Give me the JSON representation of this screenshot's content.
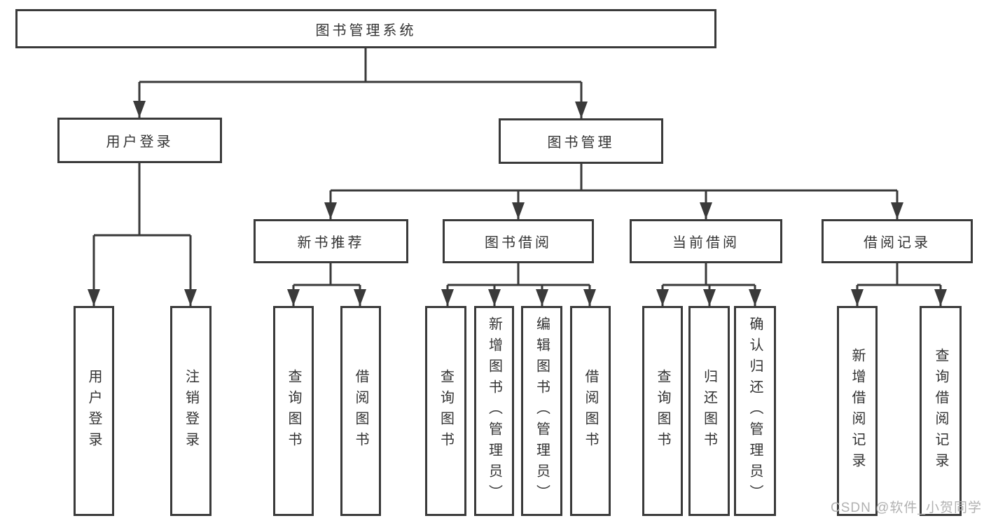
{
  "diagram": {
    "root": {
      "label": "图书管理系统"
    },
    "branches": [
      {
        "label": "用户登录",
        "children": [
          {
            "label": "用户登录"
          },
          {
            "label": "注销登录"
          }
        ]
      },
      {
        "label": "图书管理",
        "sections": [
          {
            "label": "新书推荐",
            "children": [
              {
                "label": "查询图书"
              },
              {
                "label": "借阅图书"
              }
            ]
          },
          {
            "label": "图书借阅",
            "children": [
              {
                "label": "查询图书"
              },
              {
                "label": "新增图书（管理员）"
              },
              {
                "label": "编辑图书（管理员）"
              },
              {
                "label": "借阅图书"
              }
            ]
          },
          {
            "label": "当前借阅",
            "children": [
              {
                "label": "查询图书"
              },
              {
                "label": "归还图书"
              },
              {
                "label": "确认归还（管理员）"
              }
            ]
          },
          {
            "label": "借阅记录",
            "children": [
              {
                "label": "新增借阅记录"
              },
              {
                "label": "查询借阅记录"
              }
            ]
          }
        ]
      }
    ]
  },
  "watermark": {
    "text": "CSDN @软件_小贺同学"
  },
  "colors": {
    "line": "#3a3a3a",
    "border": "#3a3a3a",
    "text": "#333333",
    "watermark": "#b1b1b1",
    "background": "#ffffff"
  }
}
